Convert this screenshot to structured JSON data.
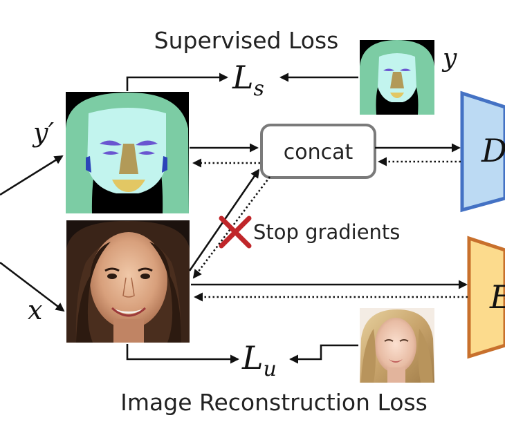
{
  "title": "Supervised Loss",
  "caption": "Image Reconstruction Loss",
  "concat_label": "concat",
  "stop_gradients_label": "Stop gradients",
  "labels": {
    "y_prime": "y′",
    "y": "y",
    "x": "x",
    "ls_main": "L",
    "ls_sub": "s",
    "lu_main": "L",
    "lu_sub": "u",
    "d_label": "D",
    "e_label": "E"
  },
  "colors": {
    "seg_background": "#000000",
    "seg_hair": "#7ccca4",
    "seg_skin": "#c2f4ee",
    "seg_nose": "#b29a58",
    "seg_mouth": "#e2c764",
    "seg_eyes": "#6a56d0",
    "seg_ears": "#2c44b8",
    "discriminator_fill": "#bcdaf3",
    "discriminator_stroke": "#4472c4",
    "generator_fill": "#fcdb8d",
    "generator_stroke": "#c8702c",
    "stop_mark": "#c0262a",
    "concat_border": "#7a7a7a"
  },
  "icons": {
    "stop_mark": "red-x-icon"
  }
}
